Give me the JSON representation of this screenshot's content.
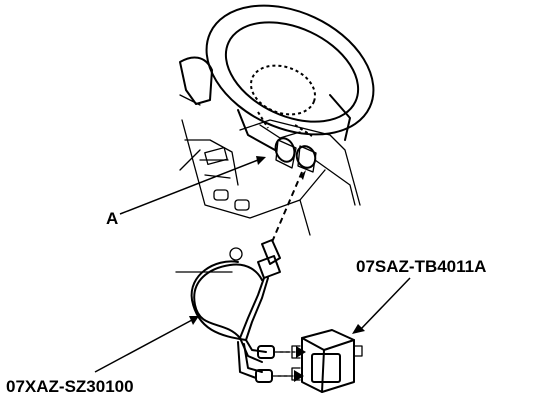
{
  "labels": {
    "location": "A",
    "harness_part": "07XAZ-SZ30100",
    "tester_part": "07SAZ-TB4011A"
  },
  "icons": [
    "steering-wheel",
    "connector",
    "test-harness",
    "tester-unit"
  ]
}
